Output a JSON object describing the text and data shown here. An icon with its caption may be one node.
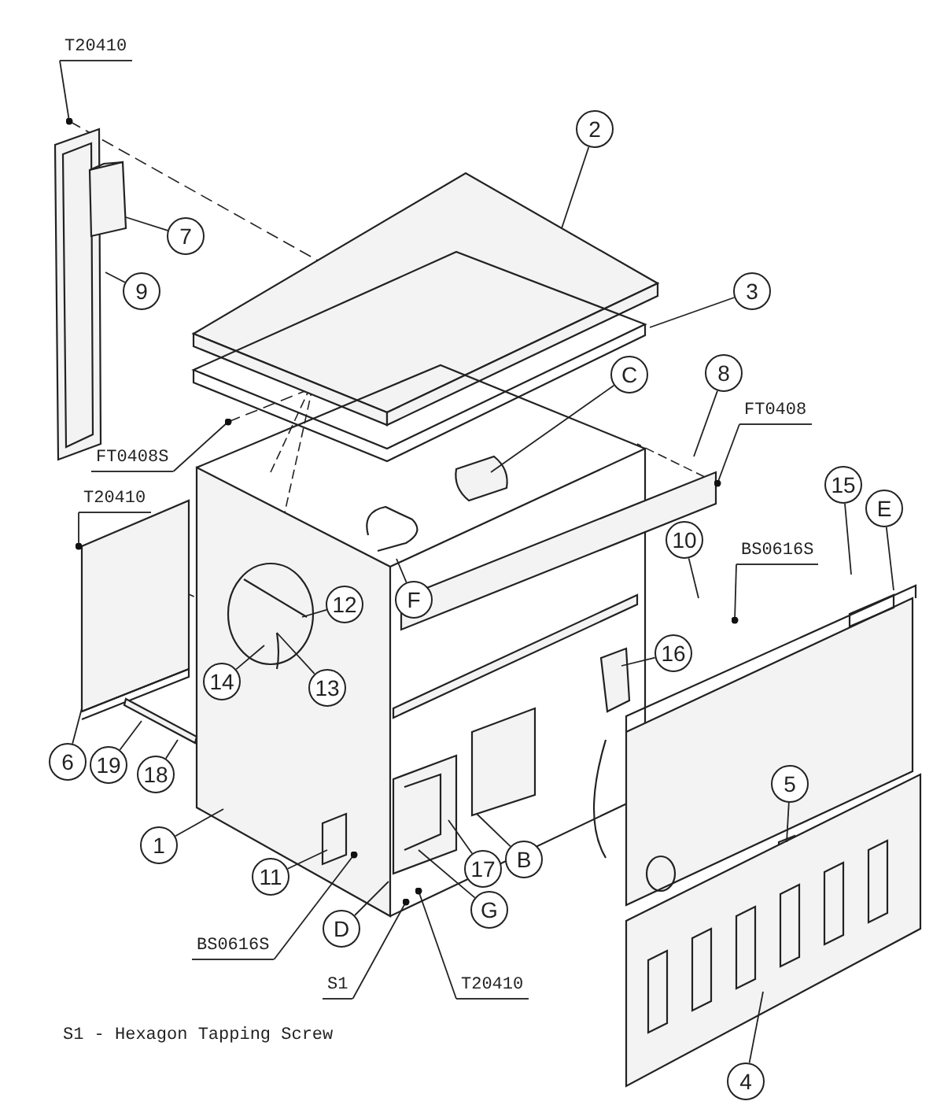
{
  "diagram": {
    "nodes": [
      {
        "text": [
          "T20410"
        ]
      },
      {
        "text": [
          "2"
        ]
      },
      {
        "text": [
          "7"
        ]
      },
      {
        "text": [
          "3"
        ]
      },
      {
        "text": [
          "9"
        ]
      },
      {
        "text": [
          "8"
        ]
      },
      {
        "text": [
          "C"
        ]
      },
      {
        "text": [
          "FT0408"
        ]
      },
      {
        "text": [
          "FT0408S"
        ]
      },
      {
        "text": [
          "15"
        ]
      },
      {
        "text": [
          "E"
        ]
      },
      {
        "text": [
          "T20410"
        ]
      },
      {
        "text": [
          "10"
        ]
      },
      {
        "text": [
          "BS0616S"
        ]
      },
      {
        "text": [
          "12"
        ]
      },
      {
        "text": [
          "F"
        ]
      },
      {
        "text": [
          "16"
        ]
      },
      {
        "text": [
          "14"
        ]
      },
      {
        "text": [
          "13"
        ]
      },
      {
        "text": [
          "6"
        ]
      },
      {
        "text": [
          "19"
        ]
      },
      {
        "text": [
          "18"
        ]
      },
      {
        "text": [
          "1"
        ]
      },
      {
        "text": [
          "B"
        ]
      },
      {
        "text": [
          "11"
        ]
      },
      {
        "text": [
          "5"
        ]
      },
      {
        "text": [
          "17"
        ]
      },
      {
        "text": [
          "D"
        ]
      },
      {
        "text": [
          "G"
        ]
      },
      {
        "text": [
          "BS0616S"
        ]
      },
      {
        "text": [
          "S1"
        ]
      },
      {
        "text": [
          "T20410"
        ]
      },
      {
        "text": [
          "4"
        ]
      }
    ],
    "edges": [
      {
        "from": 0,
        "to": null,
        "arrow": "other"
      },
      {
        "from": 1,
        "to": null,
        "arrow": "none"
      },
      {
        "from": 2,
        "to": null,
        "arrow": "none"
      },
      {
        "from": 3,
        "to": null,
        "arrow": "none"
      },
      {
        "from": 4,
        "to": null,
        "arrow": "none"
      },
      {
        "from": 5,
        "to": null,
        "arrow": "none"
      },
      {
        "from": 6,
        "to": null,
        "arrow": "none"
      },
      {
        "from": 7,
        "to": null,
        "arrow": "other"
      },
      {
        "from": 8,
        "to": null,
        "arrow": "other"
      },
      {
        "from": 9,
        "to": null,
        "arrow": "none"
      },
      {
        "from": 10,
        "to": null,
        "arrow": "none"
      },
      {
        "from": 11,
        "to": null,
        "arrow": "other"
      },
      {
        "from": 12,
        "to": null,
        "arrow": "none"
      },
      {
        "from": 13,
        "to": null,
        "arrow": "other"
      },
      {
        "from": 14,
        "to": null,
        "arrow": "none"
      },
      {
        "from": 15,
        "to": null,
        "arrow": "none"
      },
      {
        "from": 16,
        "to": null,
        "arrow": "none"
      },
      {
        "from": 17,
        "to": null,
        "arrow": "none"
      },
      {
        "from": 18,
        "to": null,
        "arrow": "none"
      },
      {
        "from": 19,
        "to": null,
        "arrow": "none"
      },
      {
        "from": 20,
        "to": null,
        "arrow": "none"
      },
      {
        "from": 21,
        "to": null,
        "arrow": "none"
      },
      {
        "from": 22,
        "to": null,
        "arrow": "none"
      },
      {
        "from": 23,
        "to": null,
        "arrow": "none"
      },
      {
        "from": 24,
        "to": null,
        "arrow": "none"
      },
      {
        "from": 25,
        "to": null,
        "arrow": "none"
      },
      {
        "from": 26,
        "to": null,
        "arrow": "none"
      },
      {
        "from": 27,
        "to": null,
        "arrow": "none"
      },
      {
        "from": 28,
        "to": null,
        "arrow": "none"
      },
      {
        "from": 29,
        "to": null,
        "arrow": "other"
      },
      {
        "from": 30,
        "to": null,
        "arrow": "other"
      },
      {
        "from": 31,
        "to": null,
        "arrow": "other"
      },
      {
        "from": 32,
        "to": null,
        "arrow": "none"
      }
    ],
    "labels": [
      "S1 - Hexagon Tapping Screw"
    ]
  }
}
